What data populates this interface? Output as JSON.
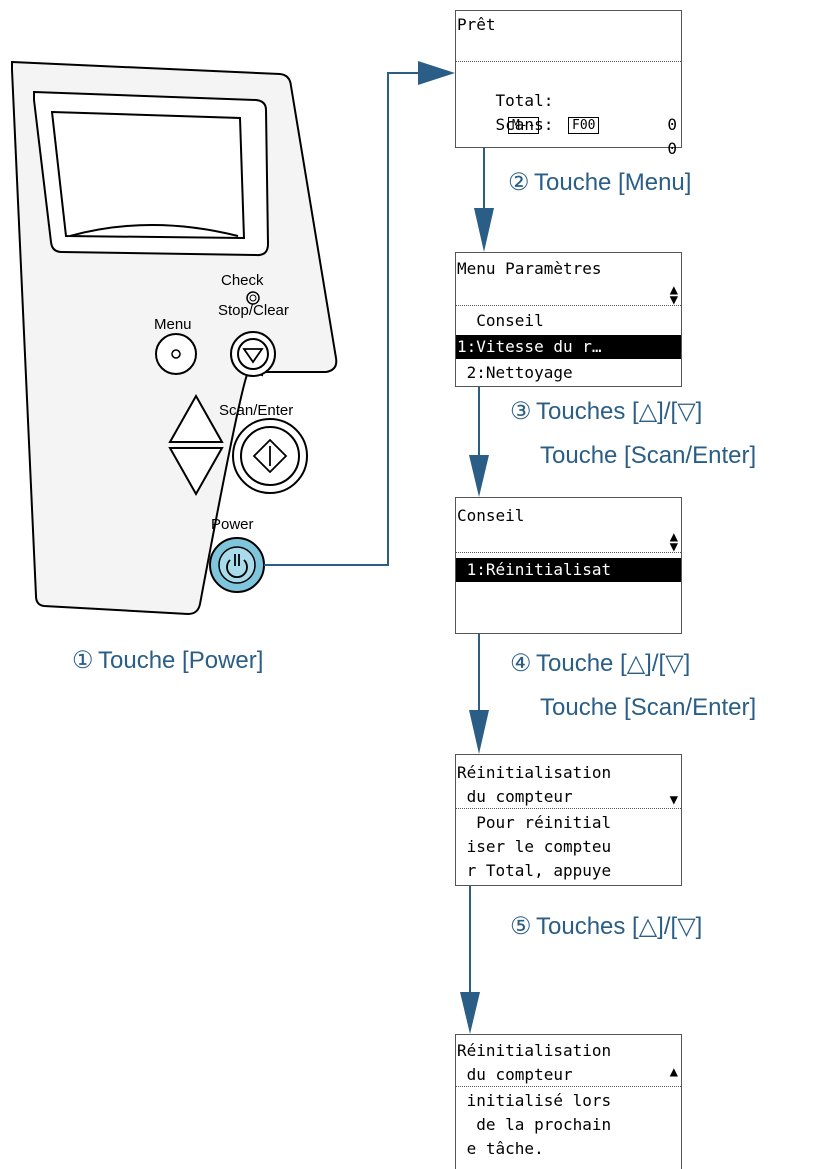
{
  "panel": {
    "check_label": "Check",
    "menu_label": "Menu",
    "stop_clear_label": "Stop/Clear",
    "scan_enter_label": "Scan/Enter",
    "power_label": "Power"
  },
  "steps": {
    "s1": {
      "num": "①",
      "text": "Touche [Power]"
    },
    "s2": {
      "num": "②",
      "text": "Touche [Menu]"
    },
    "s3": {
      "num": "③",
      "text": "Touches [△]/[▽]",
      "text2": "Touche [Scan/Enter]"
    },
    "s4": {
      "num": "④",
      "text": "Touche [△]/[▽]",
      "text2": "Touche [Scan/Enter]"
    },
    "s5": {
      "num": "⑤",
      "text": "Touches [△]/[▽]"
    }
  },
  "screens": {
    "ready": {
      "title": "Prêt",
      "total_label": "Total:",
      "total_value": "0",
      "scans_label": "Scans:",
      "scans_value": "0",
      "badge1": "M--",
      "badge2": "F00"
    },
    "menu": {
      "title": "Menu Paramètres",
      "item0": "  Conseil",
      "item1": "1:Vitesse du r…",
      "item2": " 2:Nettoyage"
    },
    "conseil": {
      "title": "Conseil",
      "item1": " 1:Réinitialisat"
    },
    "reset1": {
      "line1": "Réinitialisation",
      "line2": " du compteur",
      "line3": "  Pour réinitial",
      "line4": " iser le compteu",
      "line5": " r Total, appuye"
    },
    "reset2": {
      "line1": "Réinitialisation",
      "line2": " du compteur",
      "line3": " initialisé lors",
      "line4": "  de la prochain",
      "line5": " e tâche."
    }
  },
  "colors": {
    "step_text": "#2a5e86",
    "connector": "#2a5e86",
    "power_button": "#7fc6dc"
  }
}
